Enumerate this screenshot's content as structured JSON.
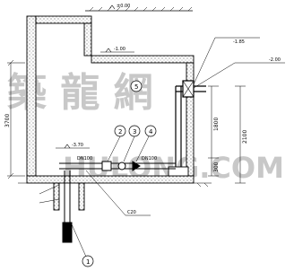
{
  "levels": {
    "top": "±0.00",
    "mid": "-1.00",
    "bottom": "-3.70"
  },
  "dims": {
    "left_height": "3700",
    "h_1800": "1800",
    "h_2100": "2100",
    "h_300": "300"
  },
  "pipe": {
    "dn100_a": "DN100",
    "dn100_b": "DN100",
    "c20": "C20"
  },
  "callouts": [
    "1",
    "2",
    "3",
    "4",
    "5"
  ],
  "small_notes": {
    "right_top_1": "",
    "right_top_2": "-1.85",
    "right_mid": "-2.00",
    "left_note": "",
    "left_note_2": ""
  },
  "watermark": {
    "line1": "築 龍 網",
    "line2": "HULONG.COM"
  }
}
